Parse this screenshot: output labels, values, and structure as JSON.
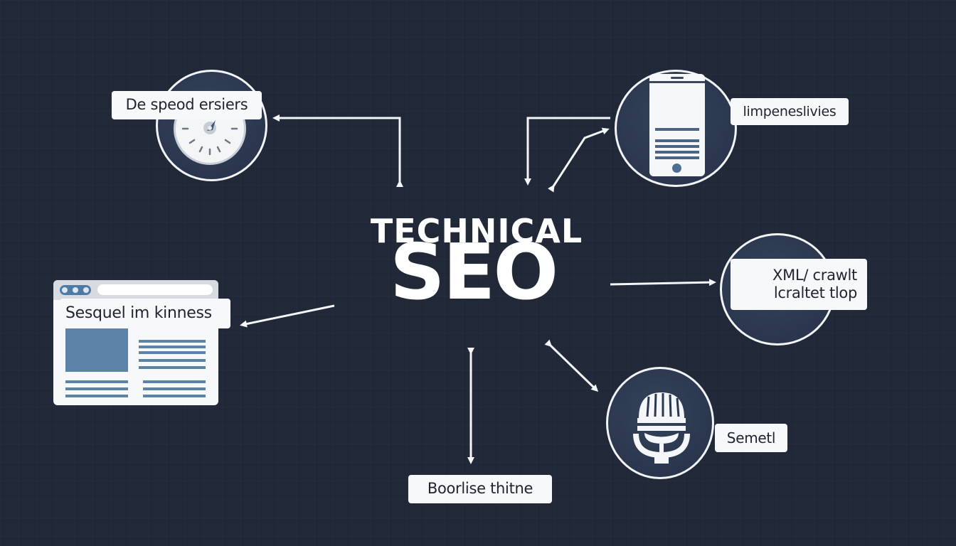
{
  "title": {
    "line1": "TECHNICAL",
    "line2": "SEO"
  },
  "nodes": {
    "page_speed": {
      "label": "De speod ersiers",
      "icon": "speedometer-icon"
    },
    "mobile": {
      "label": "limpeneslivies",
      "icon": "smartphone-icon"
    },
    "sitemap": {
      "label_line1": "XML/ crawlt",
      "label_line2": "lcraltet tlop",
      "icon": "sitemap-icon"
    },
    "voice": {
      "label": "Semetl",
      "icon": "microphone-icon"
    },
    "bottom": {
      "label": "Boorlise thitne"
    },
    "structured": {
      "label": "Sesquel im kinness",
      "icon": "browser-window-icon"
    }
  },
  "colors": {
    "background": "#212837",
    "circle_fill": "#2b3850",
    "accent_blue": "#5b84a8",
    "label_bg": "#f7f8fa",
    "stroke": "#f2f4f7"
  }
}
